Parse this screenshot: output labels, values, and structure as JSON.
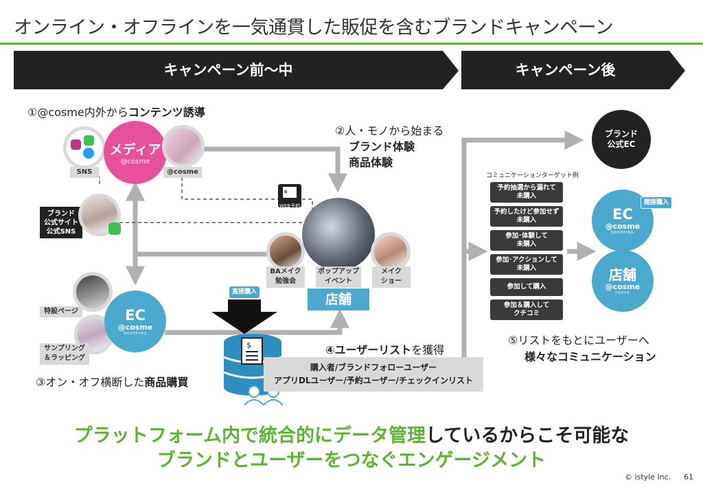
{
  "header": {
    "title": "オンライン・オフラインを一気通貫した販促を含むブランドキャンペーン"
  },
  "phases": {
    "during": "キャンペーン前〜中",
    "after": "キャンペーン後"
  },
  "step1": {
    "prefix": "①@cosme内外から",
    "bold": "コンテンツ誘導"
  },
  "media": {
    "label": "メディア",
    "sub": "@cosme"
  },
  "sns_tag": "SNS",
  "cosme_tag": "@cosme",
  "brand_site": {
    "line1": "ブランド",
    "line2": "公式サイト",
    "line3": "公式SNS"
  },
  "web_badge": "WEB予約",
  "step2": {
    "line1": "②人・モノから始まる",
    "line2": "ブランド体験",
    "line3": "商品体験"
  },
  "store_events": [
    {
      "line1": "BAメイク",
      "line2": "勉強会"
    },
    {
      "line1": "ポップアップ",
      "line2": "イベント"
    },
    {
      "line1": "メイク",
      "line2": "ショー"
    }
  ],
  "store_label": "店舗",
  "ec_circle": {
    "label": "EC",
    "sub": "@cosme",
    "sub2": "SHOPPING"
  },
  "special_page": "特設ページ",
  "sampling": {
    "line1": "サンプリング",
    "line2": "＆ラッピング"
  },
  "direct_purchase": "直接購入",
  "step3": {
    "prefix": "③オン・オフ横断した",
    "bold": "商品購買"
  },
  "step4": {
    "bold": "④ユーザーリスト",
    "suffix": "を獲得"
  },
  "user_list": {
    "line1": "購入者/ブランドフォローユーザー",
    "line2": "アプリDLユーザー/予約ユーザー/チェックインリスト"
  },
  "comm_title": "コミュニケーションターゲット例",
  "comm_items": [
    {
      "line1": "予約抽選から漏れて",
      "line2": "未購入"
    },
    {
      "line1": "予約したけど参加せず",
      "line2": "未購入"
    },
    {
      "line1": "参加･体験して",
      "line2": "未購入"
    },
    {
      "line1": "参加･アクションして",
      "line2": "未購入"
    },
    {
      "line1": "参加して購入",
      "line2": ""
    },
    {
      "line1": "参加＆購入して",
      "line2": "クチコミ"
    }
  ],
  "brand_ec": {
    "line1": "ブランド",
    "line2": "公式EC"
  },
  "ec2": {
    "label": "EC",
    "sub": "@cosme",
    "sub2": "SHOPPING"
  },
  "indirect_purchase": "間接購入",
  "store2": {
    "label": "店舗",
    "sub": "@cosme",
    "sub2": "TOKYO"
  },
  "step5": {
    "line1": "⑤リストをもとにユーザーへ",
    "line2": "様々なコミュニケーション"
  },
  "bottom": {
    "l1_green1": "プラットフォーム内で",
    "l1_green2": "統合的にデータ管理",
    "l1_black": "しているからこそ可能な",
    "l2": "ブランドとユーザーをつなぐエンゲージメント"
  },
  "footer": {
    "copyright": "© istyle Inc.",
    "page": "61"
  },
  "colors": {
    "accent_green": "#5cb531",
    "media_pink": "#e8509b",
    "ec_blue": "#4ba8cf",
    "dark": "#222222"
  }
}
